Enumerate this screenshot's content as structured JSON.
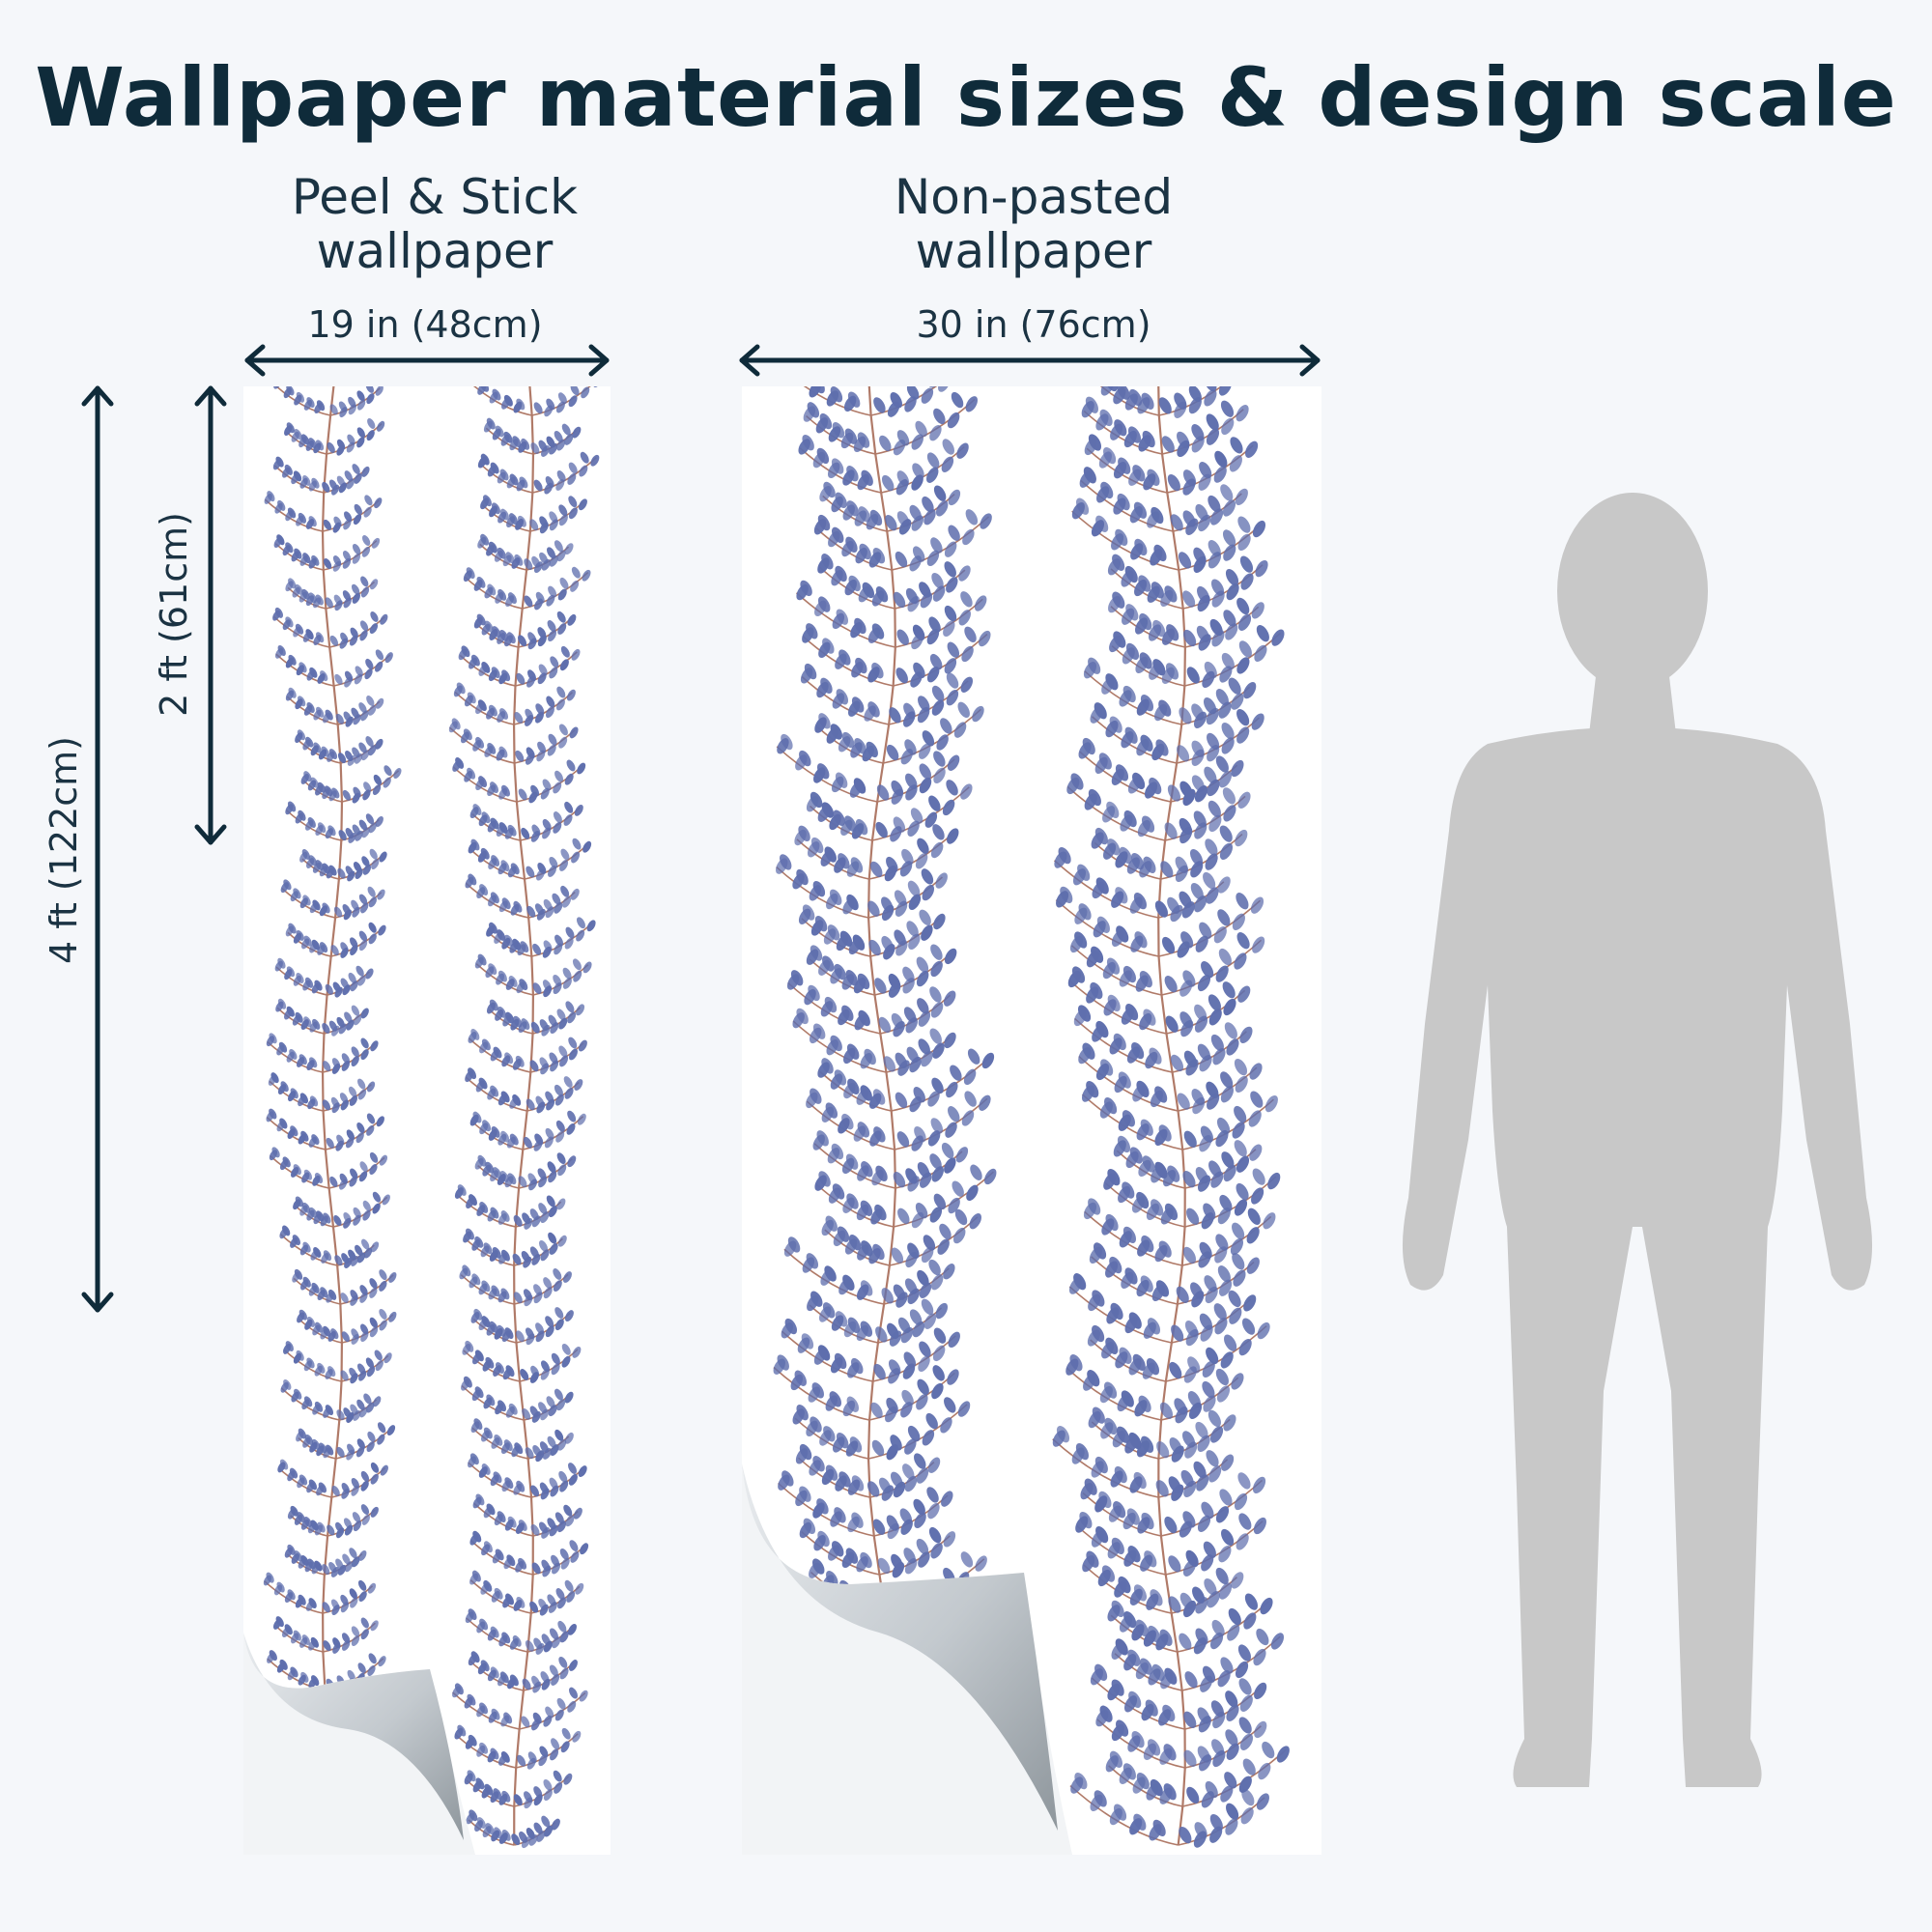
{
  "title": "Wallpaper material sizes & design scale",
  "peel_stick": {
    "label_line1": "Peel & Stick",
    "label_line2": "wallpaper",
    "width": "19 in (48cm)",
    "height_short": "2 ft (61cm)",
    "height_long": "4 ft (122cm)"
  },
  "non_pasted": {
    "label_line1": "Non-pasted",
    "label_line2": "wallpaper",
    "width": "30 in (76cm)"
  },
  "colors": {
    "ink": "#0f2b3a",
    "leaf": "#5e6ead",
    "stem": "#b07a68",
    "silhouette": "#c8c8c8",
    "curl": "#cfd4d8"
  },
  "icons": {
    "human": "human-silhouette-icon",
    "curl": "page-curl-icon"
  }
}
